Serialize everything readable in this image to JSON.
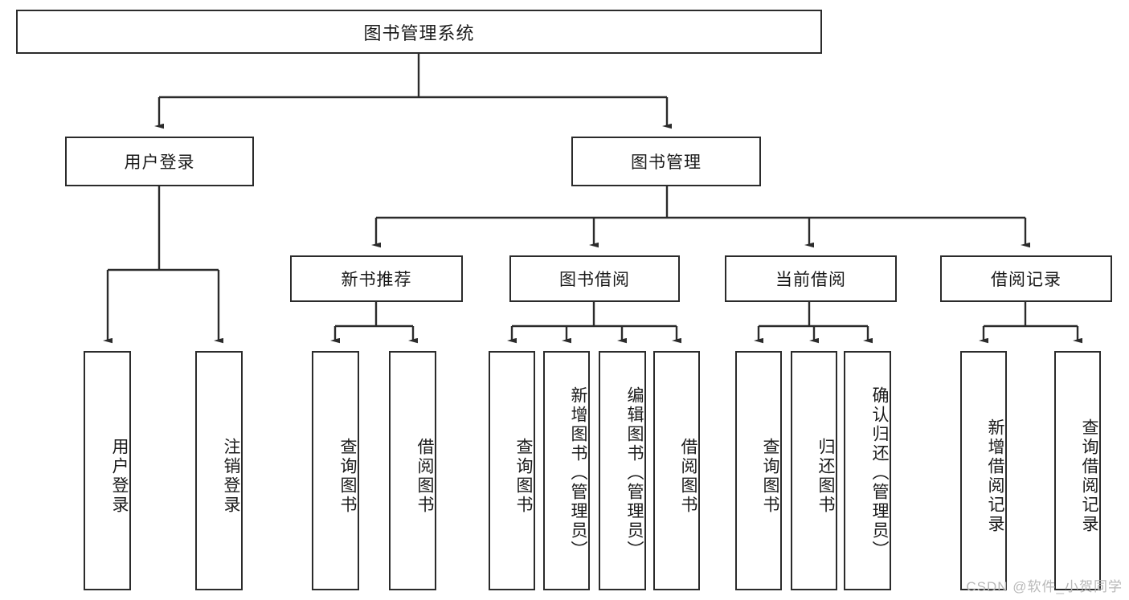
{
  "diagram": {
    "type": "tree-hierarchy-chart",
    "title": "图书管理系统",
    "watermark": "CSDN @软件_小贺同学",
    "colors": {
      "box_border": "#2b2b2b",
      "box_fill": "#ffffff",
      "connector": "#2b2b2b",
      "text": "#1a1a1a",
      "watermark": "#b8b8b8"
    },
    "root": {
      "label": "图书管理系统"
    },
    "level2": [
      {
        "label": "用户登录"
      },
      {
        "label": "图书管理"
      }
    ],
    "level3": [
      {
        "label": "新书推荐"
      },
      {
        "label": "图书借阅"
      },
      {
        "label": "当前借阅"
      },
      {
        "label": "借阅记录"
      }
    ],
    "leaves": {
      "user_login": [
        {
          "label": "用户登录"
        },
        {
          "label": "注销登录"
        }
      ],
      "new_book_recommend": [
        {
          "label": "查询图书"
        },
        {
          "label": "借阅图书"
        }
      ],
      "book_borrow": [
        {
          "label": "查询图书"
        },
        {
          "label": "新增图书（管理员）"
        },
        {
          "label": "编辑图书（管理员）"
        },
        {
          "label": "借阅图书"
        }
      ],
      "current_borrow": [
        {
          "label": "查询图书"
        },
        {
          "label": "归还图书"
        },
        {
          "label": "确认归还（管理员）"
        }
      ],
      "borrow_record": [
        {
          "label": "新增借阅记录"
        },
        {
          "label": "查询借阅记录"
        }
      ]
    }
  }
}
